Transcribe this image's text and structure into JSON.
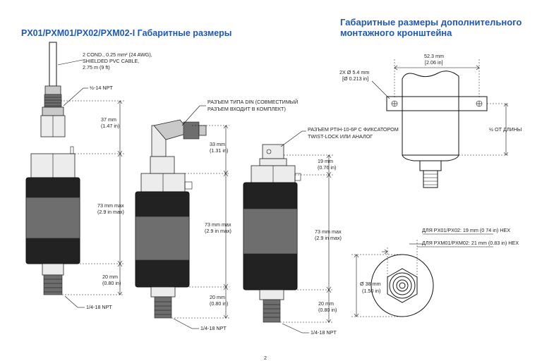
{
  "titles": {
    "main": "PX01/PXM01/PX02/PXM02-I  Габаритные размеры",
    "bracket_line1": "Габаритные размеры дополнительного",
    "bracket_line2": "монтажного кронштейна"
  },
  "sensor1": {
    "cable_line1": "2 COND., 0.25 mm² (24 AWG),",
    "cable_line2": "SHIELDED PVC CABLE,",
    "cable_line3": "2.75 m (9 ft)",
    "npt_top": "½-14 NPT",
    "dim_a_mm": "37 mm",
    "dim_a_in": "(1.47 in)",
    "dim_b_mm": "73 mm max",
    "dim_b_in": "(2.9 in max)",
    "dim_c_mm": "20 mm",
    "dim_c_in": "(0.80 in)",
    "npt_bottom": "1/4-18 NPT"
  },
  "sensor2": {
    "din_line1": "РАЗЪЕМ ТИПА DIN (СОВМЕСТИМЫЙ",
    "din_line2": "РАЗЪЕМ ВХОДИТ В КОМПЛЕКТ)",
    "dim_a_mm": "33 mm",
    "dim_a_in": "(1.31 in)",
    "dim_b_mm": "73 mm max",
    "dim_b_in": "(2.9 in max)",
    "dim_c_mm": "20 mm",
    "dim_c_in": "(0.80 in)",
    "npt_bottom": "1/4-18 NPT"
  },
  "sensor3": {
    "conn_line1": "РАЗЪЕМ PTIH-10-6P С ФИКСАТОРОМ",
    "conn_line2": "TWIST-LOCK ИЛИ АНАЛОГ",
    "dim_a_mm": "19 mm",
    "dim_a_in": "(0.76 in)",
    "dim_b_mm": "73 mm max",
    "dim_b_in": "(2.9 in max)",
    "dim_c_mm": "20 mm",
    "dim_c_in": "(0.80 in)",
    "npt_bottom": "1/4-18 NPT"
  },
  "bracket": {
    "width_mm": "52.3 mm",
    "width_in": "[2.06 in]",
    "hole_mm": "2X Ø 5.4 mm",
    "hole_in": "[Ø 0.213 in]",
    "half_length": "½ ОТ ДЛИНЫ"
  },
  "top_view": {
    "hex_px": "ДЛЯ PX01/PX02: 19 mm (0  74 in) HEX",
    "hex_pxm": "ДЛЯ PXM01/PXM02: 21 mm (0.83 in) HEX",
    "dia_mm": "Ø 38 mm",
    "dia_in": "(1.50 in)"
  },
  "page_number": "2"
}
